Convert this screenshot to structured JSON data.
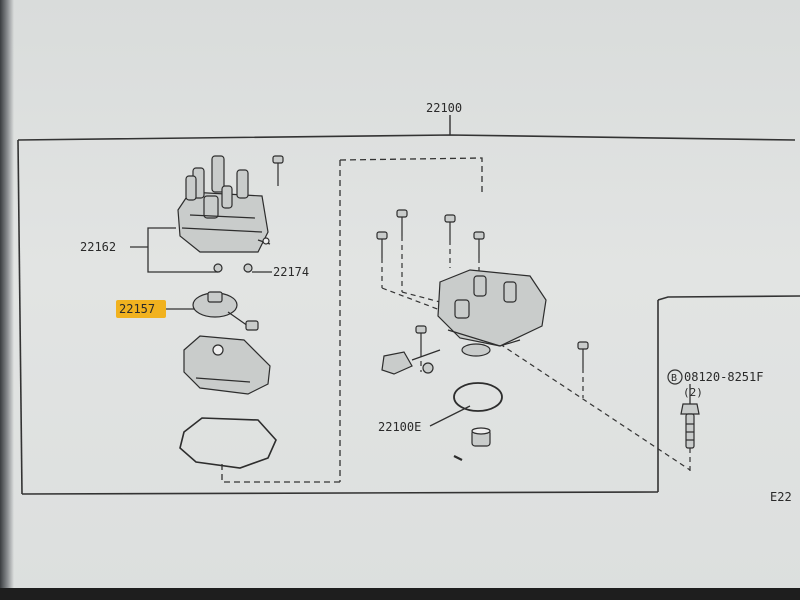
{
  "diagram": {
    "assembly_label": "22100",
    "labels": {
      "cap": "22162",
      "cap_screw": "22174",
      "rotor": "22157",
      "housing": "22100E",
      "bolt_part": "08120-8251F",
      "bolt_circle_letter": "B",
      "bolt_qty": "(2)",
      "next_page": "E22"
    },
    "highlight_color": "#f1b21f",
    "line_color": "#2d2d2d"
  }
}
